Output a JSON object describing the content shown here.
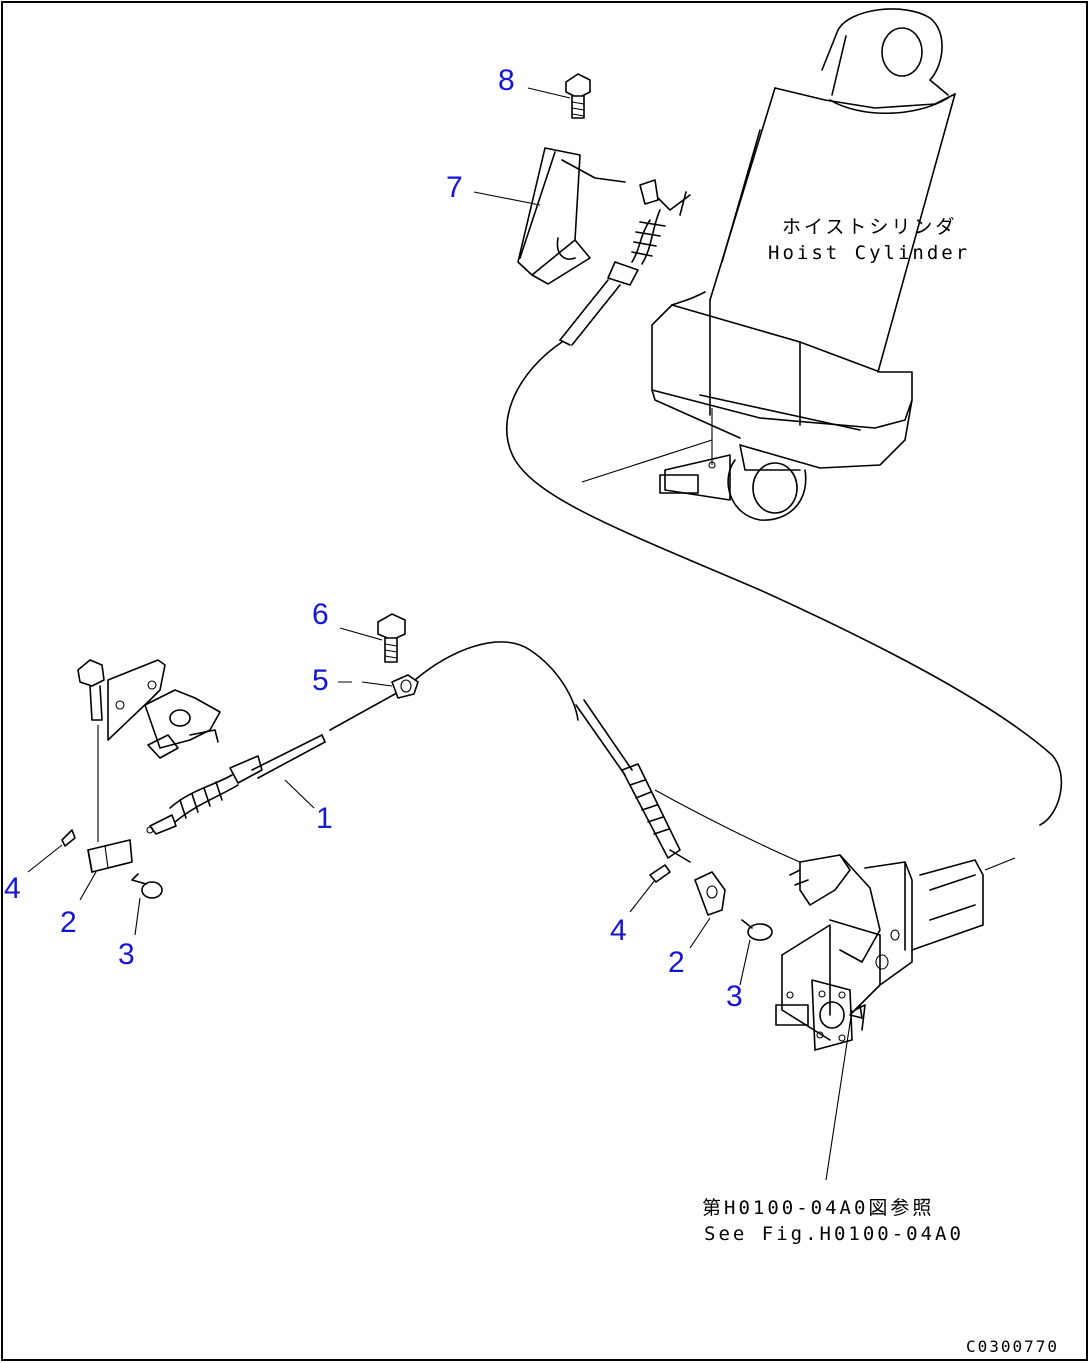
{
  "callouts": [
    {
      "id": "c8",
      "label": "8"
    },
    {
      "id": "c7",
      "label": "7"
    },
    {
      "id": "c6",
      "label": "6"
    },
    {
      "id": "c5",
      "label": "5"
    },
    {
      "id": "c1",
      "label": "1"
    },
    {
      "id": "c4a",
      "label": "4"
    },
    {
      "id": "c2a",
      "label": "2"
    },
    {
      "id": "c3a",
      "label": "3"
    },
    {
      "id": "c4b",
      "label": "4"
    },
    {
      "id": "c2b",
      "label": "2"
    },
    {
      "id": "c3b",
      "label": "3"
    }
  ],
  "notes": {
    "hoist_jp": "ホイストシリンダ",
    "hoist_en": "Hoist Cylinder",
    "ref_jp": "第H0100-04A0図参照",
    "ref_en": "See Fig.H0100-04A0"
  },
  "drawing_code": "C0300770",
  "colors": {
    "callout": "#1515d6",
    "line": "#000000",
    "frame": "#000000"
  }
}
